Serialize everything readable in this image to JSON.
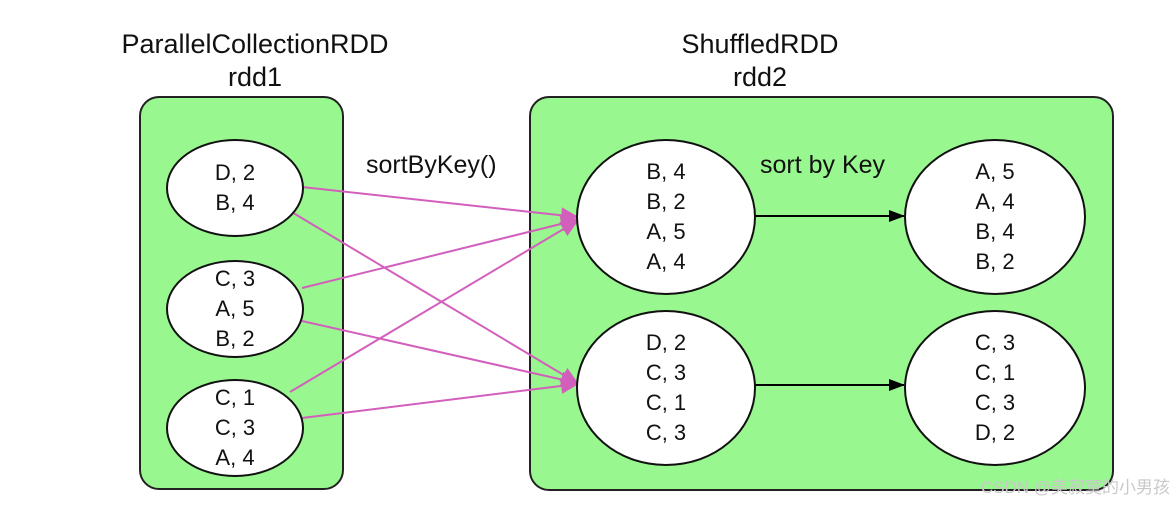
{
  "colors": {
    "container_fill": "#99f78f",
    "shuffle_arrow": "#d35fbd",
    "sort_arrow": "#000000"
  },
  "left": {
    "title_line1": "ParallelCollectionRDD",
    "title_line2": "rdd1",
    "partitions": [
      [
        "D, 2",
        "B, 4"
      ],
      [
        "C, 3",
        "A, 5",
        "B, 2"
      ],
      [
        "C, 1",
        "C, 3",
        "A, 4"
      ]
    ]
  },
  "right": {
    "title_line1": "ShuffledRDD",
    "title_line2": "rdd2",
    "shuffled_partitions": [
      [
        "B, 4",
        "B, 2",
        "A, 5",
        "A, 4"
      ],
      [
        "D, 2",
        "C, 3",
        "C, 1",
        "C, 3"
      ]
    ],
    "sorted_partitions": [
      [
        "A, 5",
        "A, 4",
        "B, 4",
        "B, 2"
      ],
      [
        "C, 3",
        "C, 1",
        "C, 3",
        "D, 2"
      ]
    ]
  },
  "labels": {
    "operation": "sortByKey()",
    "sort_step": "sort by Key"
  },
  "watermark": "CSDN @美寂寞的小男孩"
}
